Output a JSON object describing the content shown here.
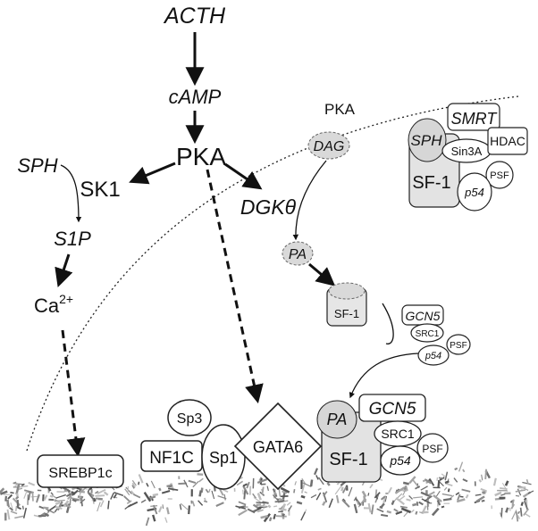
{
  "signals": {
    "acth": "ACTH",
    "camp": "cAMP",
    "pka": "PKA",
    "sph": "SPH",
    "sk1": "SK1",
    "s1p": "S1P",
    "ca": "Ca",
    "ca_sup": "2+",
    "dgk": "DGKθ",
    "pka_nuclear": "PKA",
    "dag": "DAG",
    "pa": "PA"
  },
  "repressor_complex": {
    "smrt": "SMRT",
    "sph": "SPH",
    "sin3a": "Sin3A",
    "hdac": "HDAC",
    "sf1": "SF-1",
    "psf": "PSF",
    "p54": "p54"
  },
  "coactivator_complex": {
    "sf1": "SF-1",
    "gcn5": "GCN5",
    "src1": "SRC1",
    "psf": "PSF",
    "p54": "p54"
  },
  "promoter_factors": {
    "srebp1c": "SREBP1c",
    "sp3": "Sp3",
    "nf1c": "NF1C",
    "sp1": "Sp1",
    "gata6": "GATA6",
    "pa": "PA",
    "gcn5": "GCN5",
    "src1": "SRC1",
    "sf1": "SF-1",
    "psf": "PSF",
    "p54": "p54"
  },
  "colors": {
    "text": "#111111",
    "shaded": "#d9d9d9",
    "dna": "#8a8a8a"
  }
}
